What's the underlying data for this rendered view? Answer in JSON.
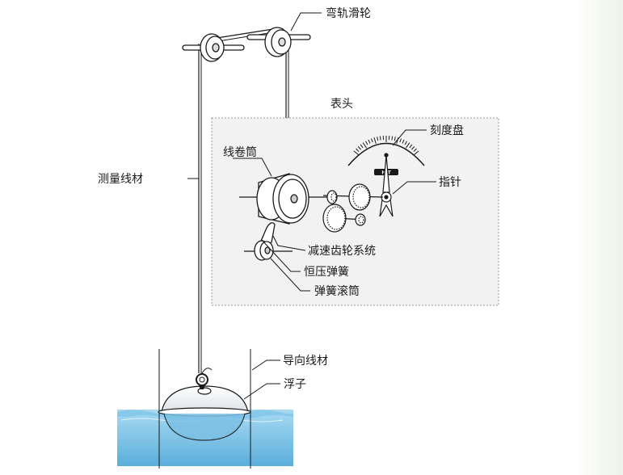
{
  "labels": {
    "curved_pulley": "弯轨滑轮",
    "meter_head": "表头",
    "measuring_wire": "测量线材",
    "wire_drum": "线卷筒",
    "dial": "刻度盘",
    "pointer": "指针",
    "reduction_gear": "减速齿轮系统",
    "constant_spring": "恒压弹簧",
    "spring_drum": "弹簧滚筒",
    "guide_wire": "导向线材",
    "float": "浮子",
    "dial_brand": "HIT"
  },
  "colors": {
    "line": "#1a1a1a",
    "water_top": "#9cd3ee",
    "water_bottom": "#5fb2de",
    "box_fill": "#f2f2f2",
    "box_border": "#9a9a9a"
  }
}
